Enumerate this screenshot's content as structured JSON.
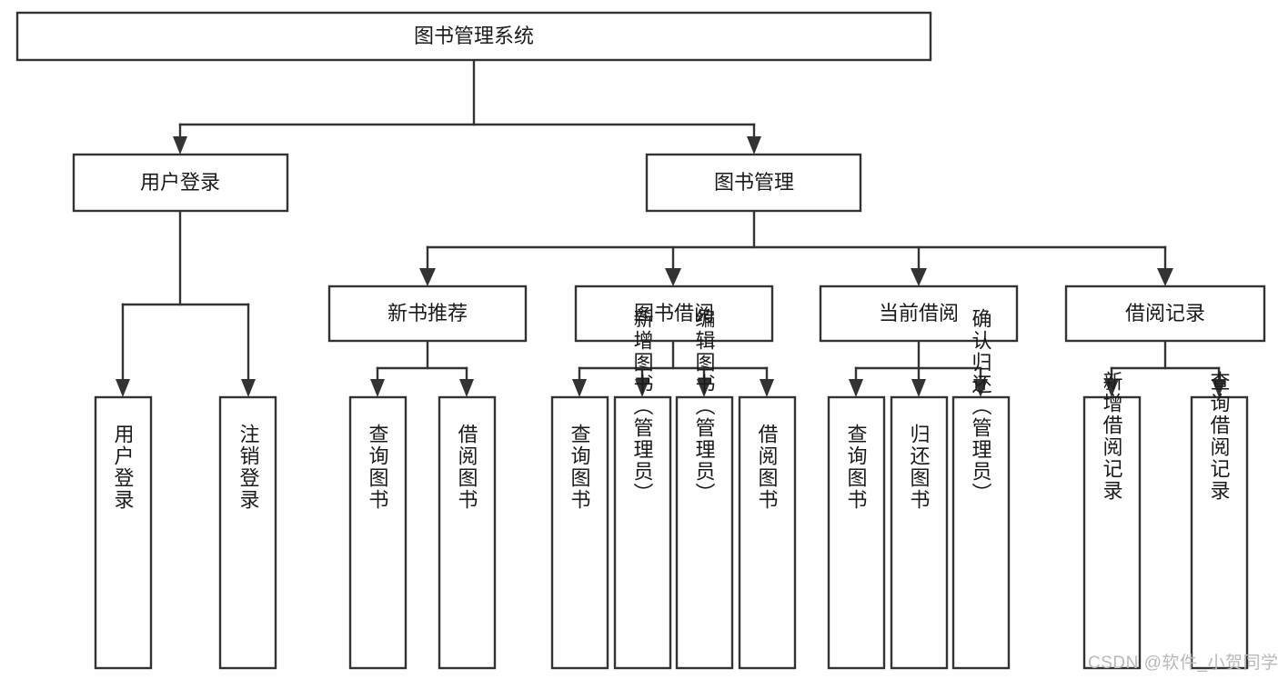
{
  "diagram": {
    "title": "图书管理系统",
    "type": "tree-hierarchy-chart",
    "root": {
      "label": "图书管理系统"
    },
    "level2": [
      {
        "label": "用户登录"
      },
      {
        "label": "图书管理"
      }
    ],
    "level3": [
      {
        "label": "新书推荐"
      },
      {
        "label": "图书借阅"
      },
      {
        "label": "当前借阅"
      },
      {
        "label": "借阅记录"
      }
    ],
    "leaves": {
      "user_login": [
        {
          "label": "用户登录"
        },
        {
          "label": "注销登录"
        }
      ],
      "new_book_recommend": [
        {
          "label": "查询图书"
        },
        {
          "label": "借阅图书"
        }
      ],
      "book_borrow": [
        {
          "label": "查询图书"
        },
        {
          "label": "新增图书（管理员）"
        },
        {
          "label": "编辑图书（管理员）"
        },
        {
          "label": "借阅图书"
        }
      ],
      "current_borrow": [
        {
          "label": "查询图书"
        },
        {
          "label": "归还图书"
        },
        {
          "label": "确认归还（管理员）"
        }
      ],
      "borrow_record": [
        {
          "label": "新增借阅记录"
        },
        {
          "label": "查询借阅记录"
        }
      ]
    },
    "colors": {
      "box_stroke": "#333333",
      "box_fill": "#ffffff",
      "text": "#1a1a1a",
      "connector": "#333333",
      "watermark": "#b9b9b9",
      "background": "#ffffff"
    }
  },
  "watermark": {
    "text": "CSDN @软件_小贺同学"
  }
}
